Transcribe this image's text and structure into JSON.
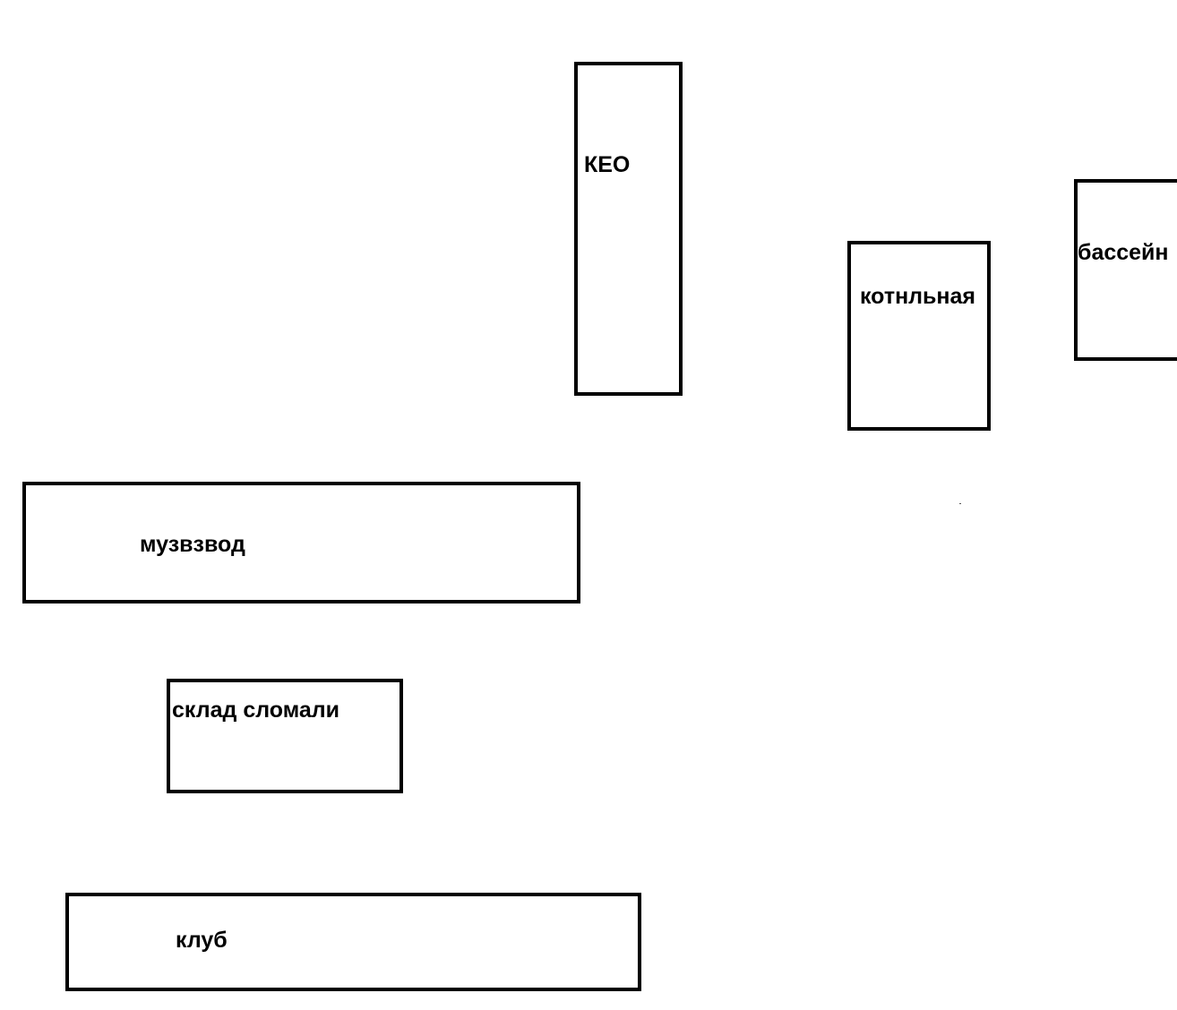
{
  "diagram": {
    "buildings": [
      {
        "id": "keo",
        "label": "КЕО"
      },
      {
        "id": "kotel",
        "label": "котнльная"
      },
      {
        "id": "pool",
        "label": "бассейн"
      },
      {
        "id": "muz",
        "label": "музвзвод"
      },
      {
        "id": "sklad",
        "label": "склад сломали"
      },
      {
        "id": "klub",
        "label": "клуб"
      }
    ]
  },
  "colors": {
    "stroke": "#000000",
    "background": "#ffffff",
    "text": "#000000"
  }
}
